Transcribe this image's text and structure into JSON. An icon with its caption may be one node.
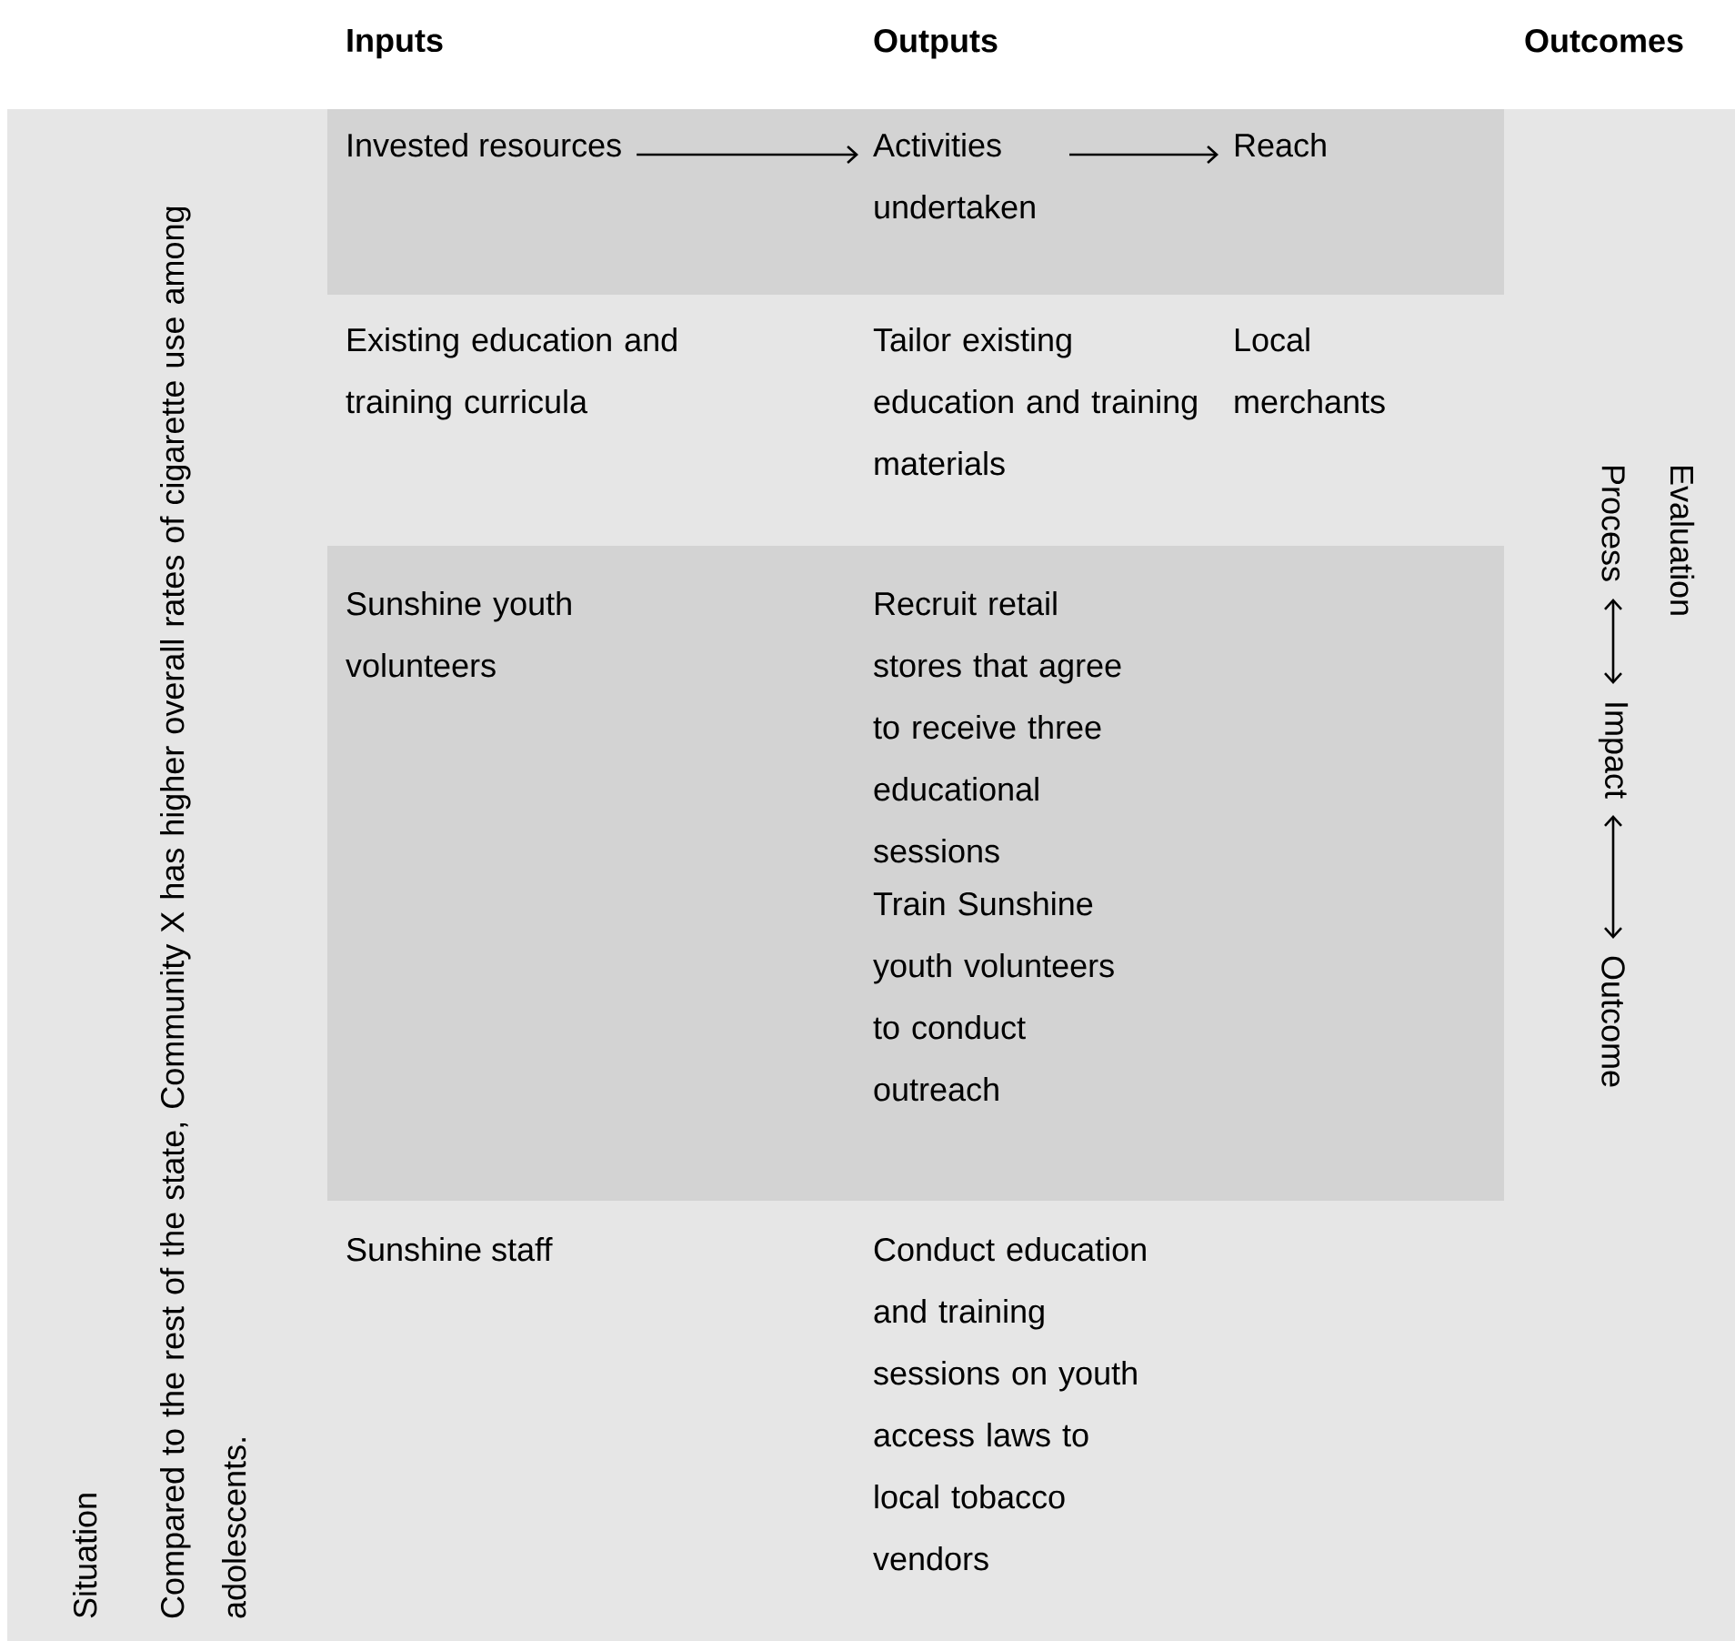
{
  "diagram": {
    "nodes": [
      {
        "text": [
          "Invested resources"
        ]
      },
      {
        "text": [
          "Activities undertaken"
        ]
      },
      {
        "text": [
          "Reach"
        ]
      },
      {
        "text": [
          "Process"
        ]
      },
      {
        "text": [
          "Impact"
        ]
      },
      {
        "text": [
          "Outcome"
        ]
      }
    ],
    "edges": [
      {
        "from": 0,
        "to": 1,
        "arrow": "to"
      },
      {
        "from": 1,
        "to": 2,
        "arrow": "to"
      },
      {
        "from": 3,
        "to": 4,
        "arrow": "both"
      },
      {
        "from": 4,
        "to": 5,
        "arrow": "both"
      }
    ],
    "labels": [
      "Inputs",
      "Outputs",
      "Outcomes",
      "Existing education and training curricula",
      "Tailor existing education and training materials",
      "Local merchants",
      "Evaluation",
      "Sunshine youth volunteers",
      "Recruit retail stores that agree to receive three educational sessions",
      "Train Sunshine youth volunteers to conduct outreach",
      "Sunshine staff",
      "Conduct education and training sessions on youth access laws to local tobacco vendors",
      "Situation",
      "Compared to the rest of the state, Community X has higher overall rates of cigarette use among adolescents."
    ]
  }
}
